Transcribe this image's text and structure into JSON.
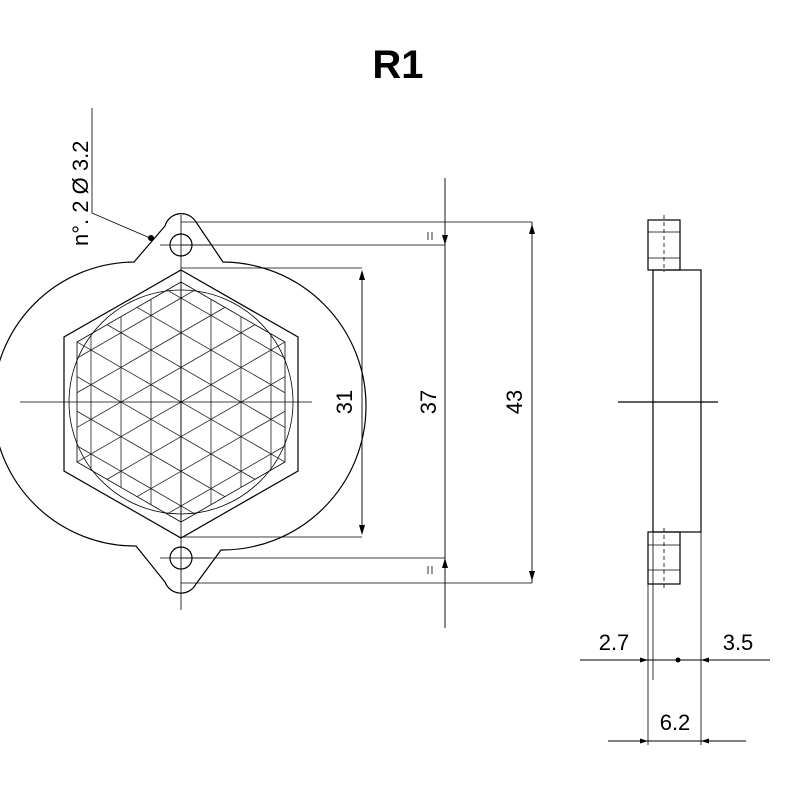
{
  "title": "R1",
  "hole_callout": "n°. 2 Ø 3.2",
  "dimensions": {
    "inner_height": "31",
    "hole_spacing": "37",
    "overall_height": "43",
    "flange_thickness": "2.7",
    "body_thickness": "3.5",
    "total_thickness": "6.2"
  },
  "colors": {
    "line": "#000000",
    "background": "#ffffff"
  }
}
